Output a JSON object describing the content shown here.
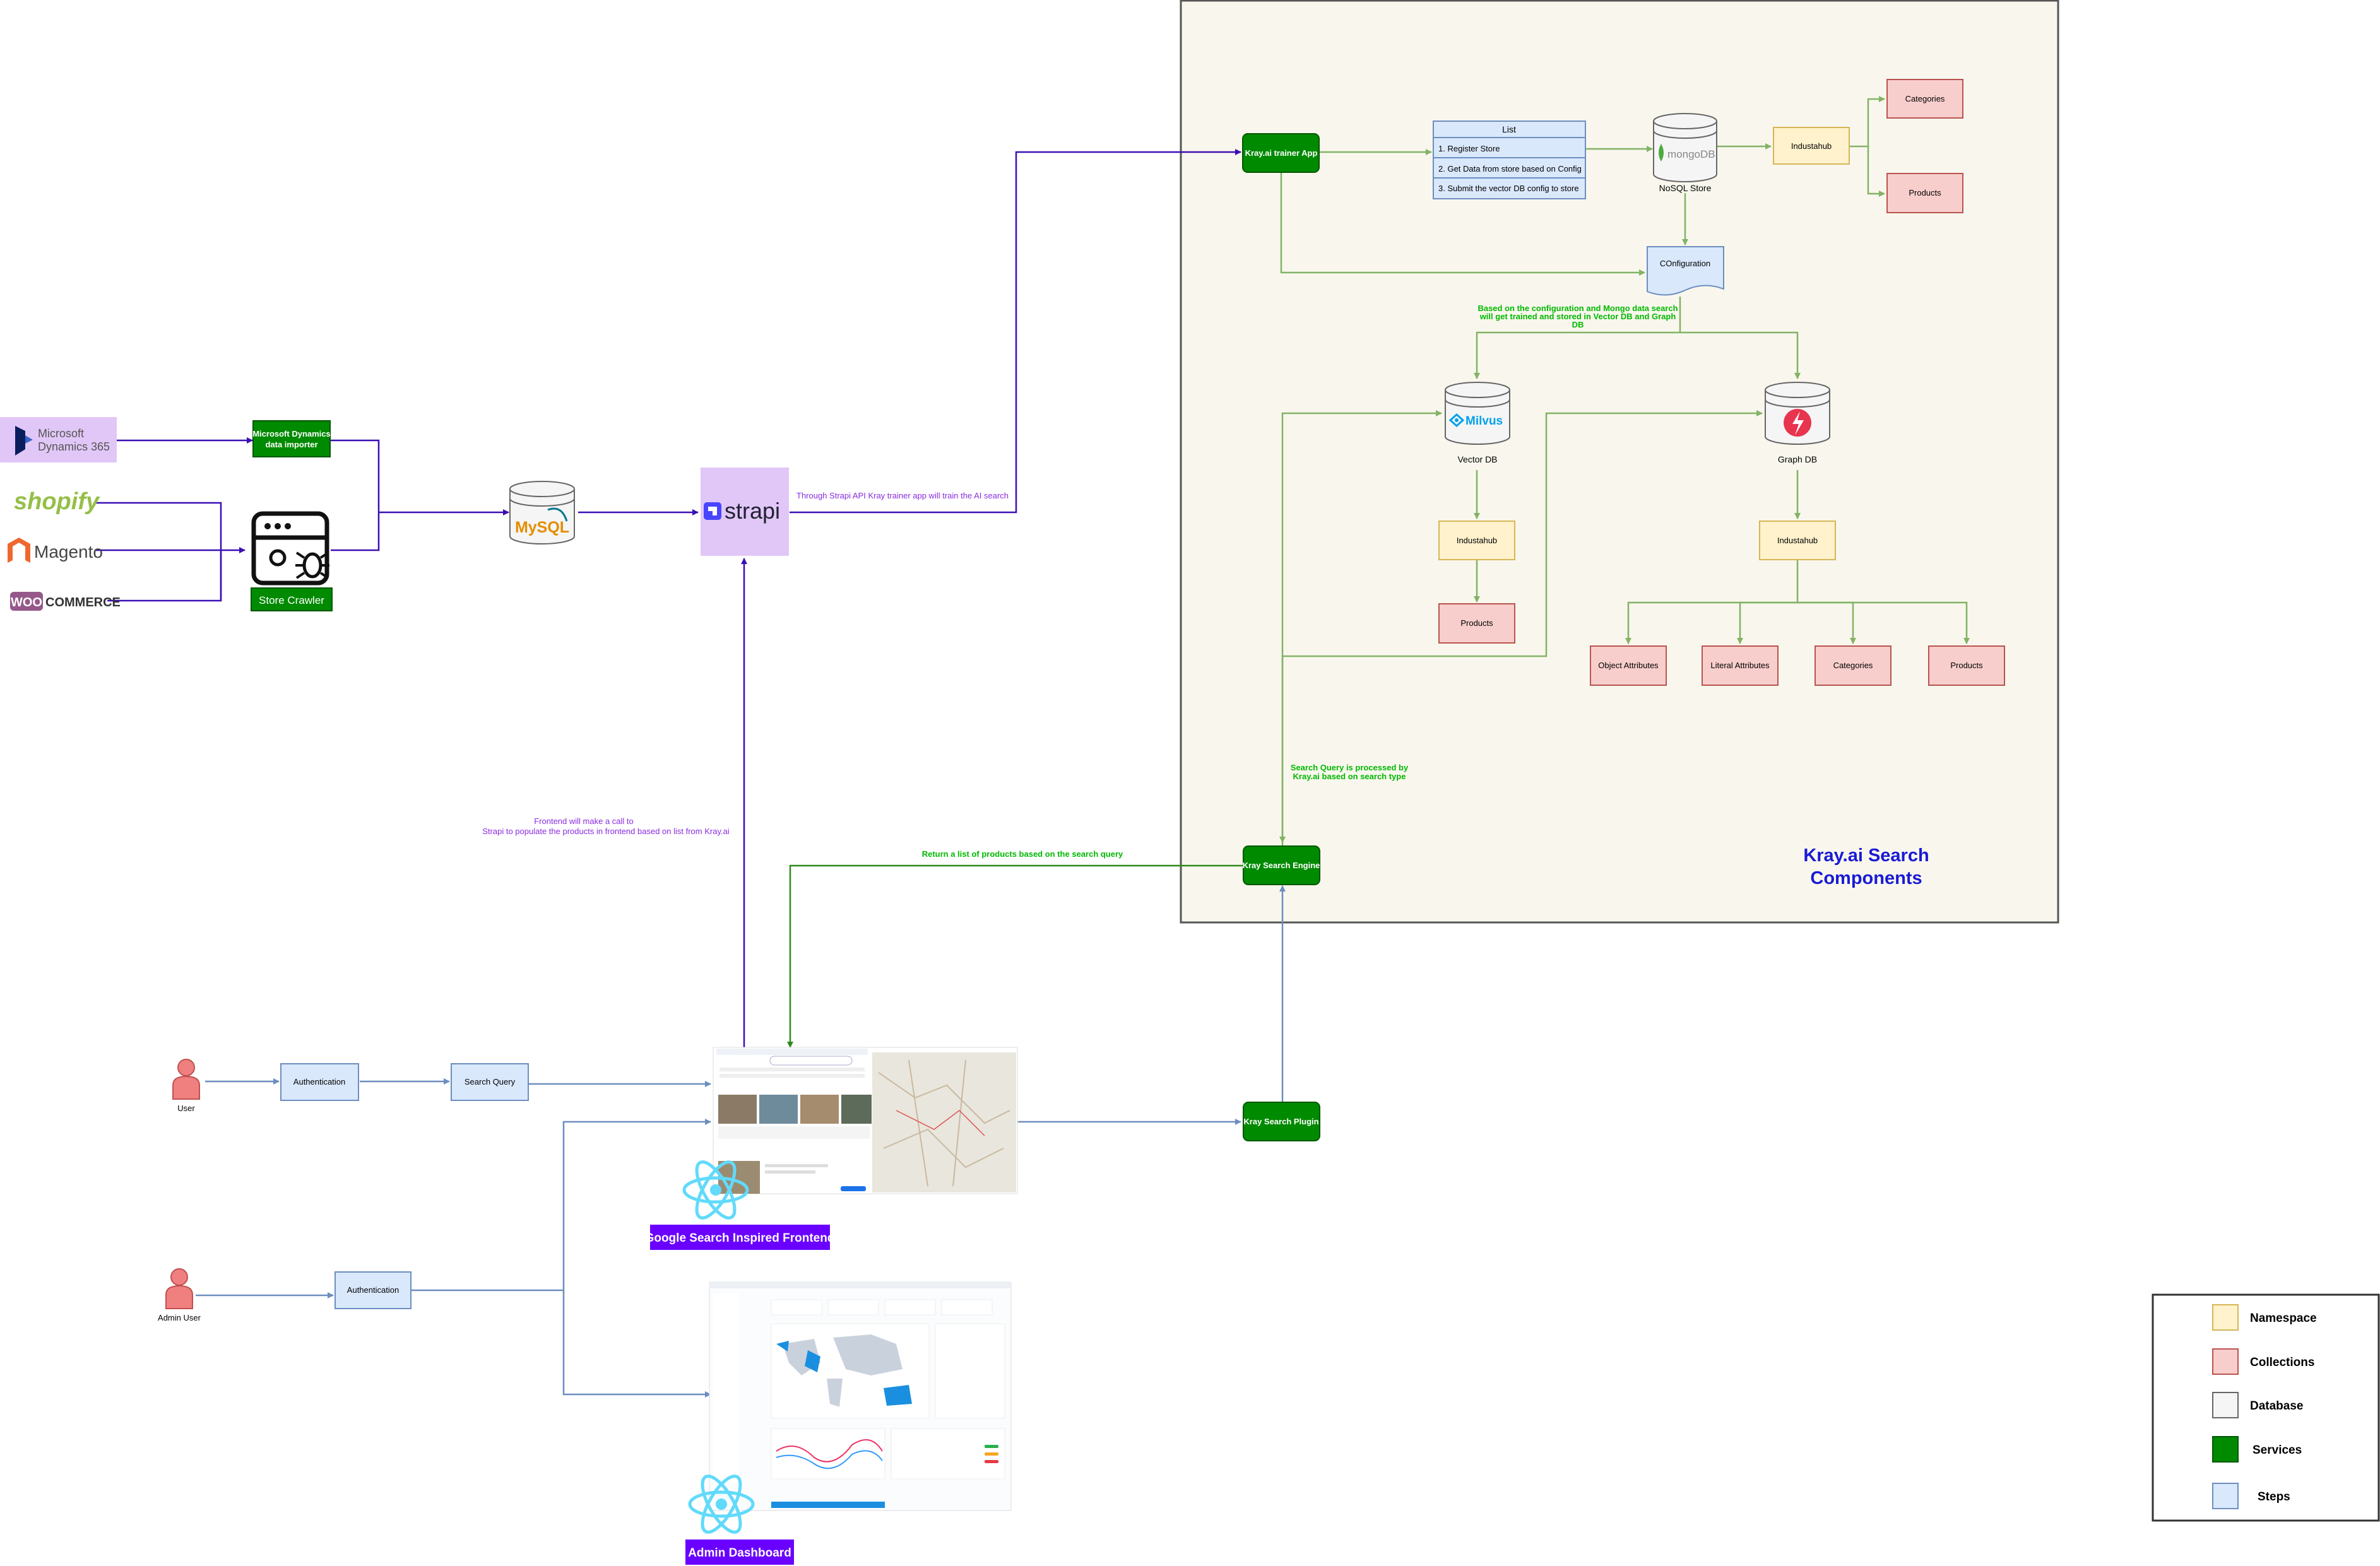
{
  "panel": {
    "title_line1": "Kray.ai Search",
    "title_line2": "Components"
  },
  "sources": {
    "dynamics_line1": "Microsoft",
    "dynamics_line2": "Dynamics 365",
    "shopify": "shopify",
    "magento": "Magento",
    "woo_line1": "WOO",
    "woo_line2": "COMMERCE"
  },
  "services": {
    "ms_importer_line1": "Microsoft Dynamics",
    "ms_importer_line2": "data importer",
    "store_crawler": "Store Crawler",
    "trainer_app": "Kray.ai trainer App",
    "search_engine": "Kray Search Engine",
    "search_plugin": "Kray Search Plugin"
  },
  "mysql": "MySQL",
  "strapi": "strapi",
  "list": {
    "header": "List",
    "items": [
      "1. Register Store",
      "2. Get Data from store based on Config",
      "3. Submit the vector DB config to store"
    ]
  },
  "mongo": {
    "logo": "mongoDB",
    "label": "NoSQL Store"
  },
  "configuration": "COnfiguration",
  "milvus": {
    "logo": "Milvus",
    "label": "Vector DB"
  },
  "graphdb": {
    "label": "Graph DB"
  },
  "namespaces": {
    "mongo": "Industahub",
    "vector": "Industahub",
    "graph": "Industahub"
  },
  "collections": {
    "categories": "Categories",
    "products": "Products",
    "vector_products": "Products",
    "object_attributes": "Object Attributes",
    "literal_attributes": "Literal Attributes",
    "graph_categories": "Categories",
    "graph_products": "Products"
  },
  "notes": {
    "strapi_train": "Through Strapi API Kray trainer app will train the AI search",
    "config_line1": "Based on the configuration and Mongo data search",
    "config_line2": "will get trained and stored in Vector DB and Graph",
    "config_line3": "DB",
    "search_processed_line1": "Search Query is processed by",
    "search_processed_line2": "Kray.ai based on search type",
    "return_list": "Return a list of products based on the search query",
    "frontend_call_line1": "Frontend will make a call to",
    "frontend_call_line2": "Strapi to populate the products in frontend based on list from Kray.ai"
  },
  "users": {
    "user": "User",
    "admin": "Admin User",
    "auth1": "Authentication",
    "search_query": "Search Query",
    "auth2": "Authentication"
  },
  "apps": {
    "frontend": "Google Search Inspired Frontend",
    "dashboard": "Admin Dashboard"
  },
  "legend": {
    "items": [
      {
        "label": "Namespace",
        "color": "#fff2cc",
        "border": "#d6b656"
      },
      {
        "label": "Collections",
        "color": "#f8cecc",
        "border": "#b85450"
      },
      {
        "label": "Database",
        "color": "#f5f5f5",
        "border": "#666666"
      },
      {
        "label": "Services",
        "color": "#008a00",
        "border": "#005700"
      },
      {
        "label": "Steps",
        "color": "#dae8fc",
        "border": "#6c8ebf"
      }
    ]
  },
  "colors": {
    "green_service": "#008a00",
    "purple_edge": "#3b0fb5",
    "green_edge": "#82b366",
    "blue_edge": "#6c8ebf",
    "note_purple": "#8a2be2",
    "note_green": "#00b800",
    "panel_title": "#1a1ad6",
    "strapi_bg": "#e1c7f7",
    "react_cyan": "#61dafb",
    "app_label_bg": "#6a00ff"
  }
}
